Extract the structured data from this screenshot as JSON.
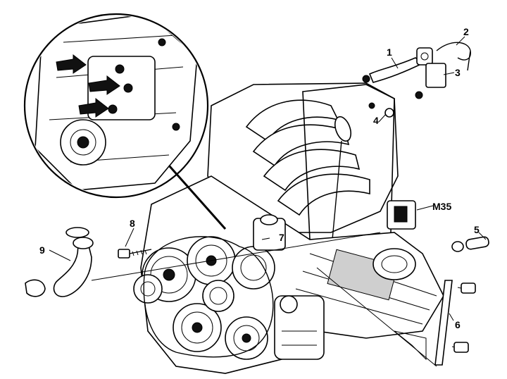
{
  "diagram": {
    "callouts": [
      {
        "id": "1",
        "text": "1"
      },
      {
        "id": "2",
        "text": "2"
      },
      {
        "id": "3",
        "text": "3"
      },
      {
        "id": "4",
        "text": "4"
      },
      {
        "id": "5",
        "text": "5"
      },
      {
        "id": "6",
        "text": "6"
      },
      {
        "id": "7",
        "text": "7"
      },
      {
        "id": "8",
        "text": "8"
      },
      {
        "id": "9",
        "text": "9"
      },
      {
        "id": "M35",
        "text": "M35"
      }
    ]
  }
}
